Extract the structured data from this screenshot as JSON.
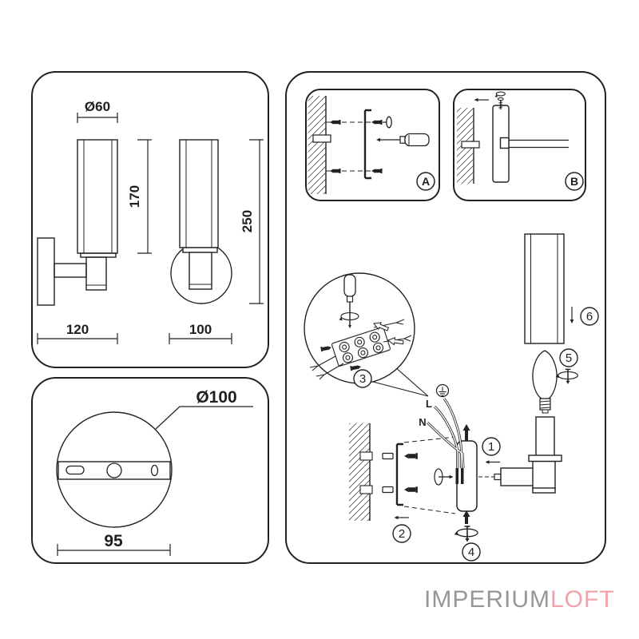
{
  "colors": {
    "ink": "#222222",
    "logo_gray": "#97979a",
    "logo_pink": "#f1a3aa"
  },
  "dimension_panel": {
    "shade_diameter": "Ø60",
    "shade_height": "170",
    "total_height": "250",
    "depth": "120",
    "width": "100"
  },
  "base_plate_panel": {
    "plate_diameter": "Ø100",
    "mount_spacing": "95"
  },
  "installation_panel": {
    "inset_a_label": "A",
    "inset_b_label": "B",
    "step_1": "1",
    "step_2": "2",
    "step_3": "3",
    "step_4": "4",
    "step_5": "5",
    "step_6": "6",
    "wire_live": "L",
    "wire_neutral": "N"
  },
  "logo": {
    "imperium": "IMPERIUM",
    "loft": "LOFT"
  }
}
